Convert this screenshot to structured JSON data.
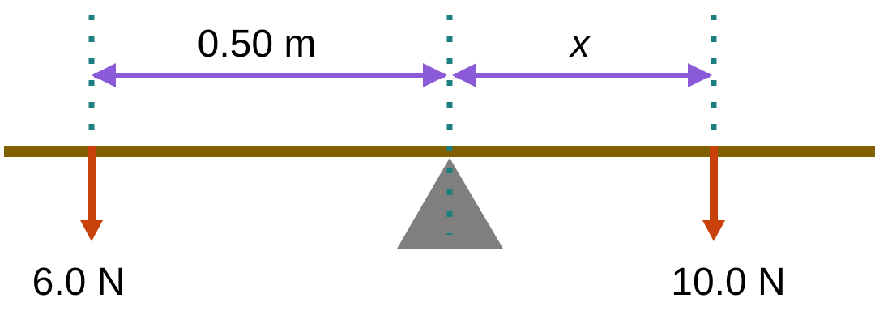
{
  "labels": {
    "left_distance": "0.50 m",
    "right_distance": "x",
    "left_force": "6.0 N",
    "right_force": "10.0 N"
  },
  "colors": {
    "beam": "#806000",
    "fulcrum": "#7f7f7f",
    "force_arrow": "#c8400a",
    "dimension_arrow": "#8a5ad8",
    "guide_line": "#1a8080",
    "text": "#000000"
  },
  "icons": {
    "fulcrum": "triangle-fulcrum-icon",
    "force": "down-arrow-icon",
    "dimension": "double-headed-arrow-icon"
  }
}
